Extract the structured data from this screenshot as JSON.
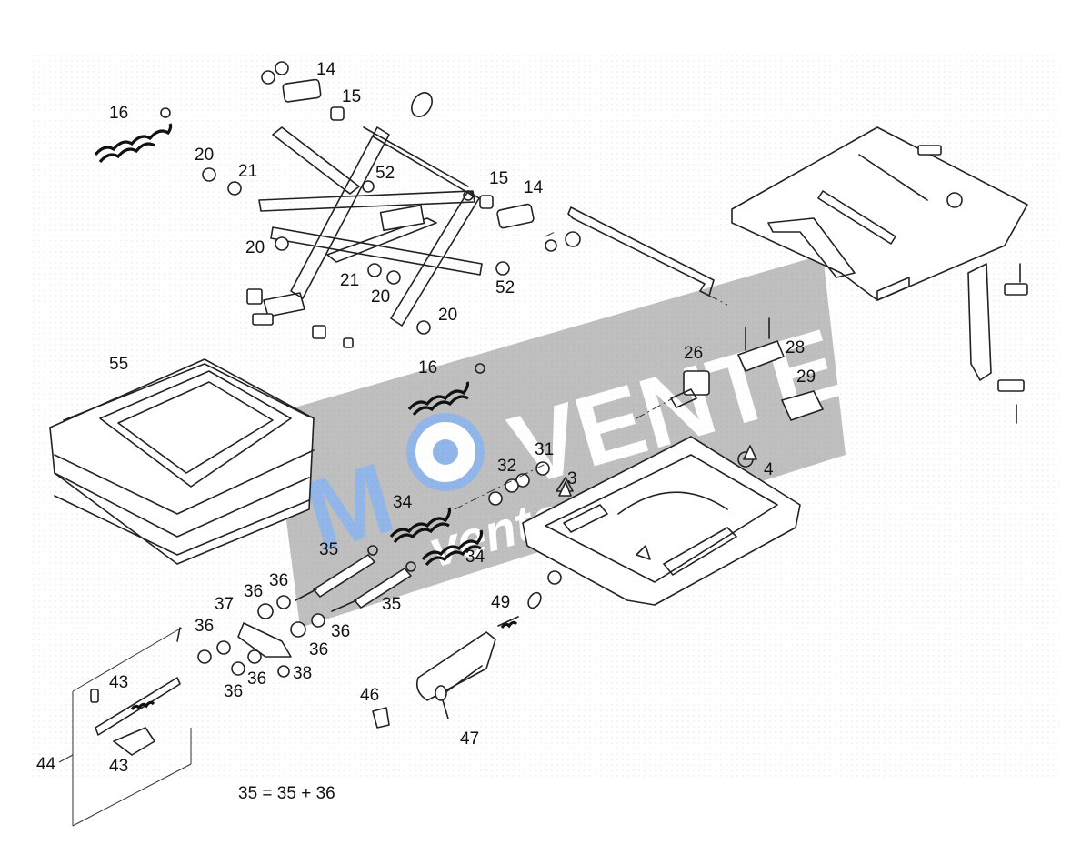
{
  "watermark": {
    "brand": "VENTE",
    "sub": "ventoreu",
    "color": "#8a8a8a"
  },
  "labels": [
    {
      "id": "l14a",
      "text": "14"
    },
    {
      "id": "l15a",
      "text": "15"
    },
    {
      "id": "l16a",
      "text": "16"
    },
    {
      "id": "l20a",
      "text": "20"
    },
    {
      "id": "l21a",
      "text": "21"
    },
    {
      "id": "l52a",
      "text": "52"
    },
    {
      "id": "l15b",
      "text": "15"
    },
    {
      "id": "l14b",
      "text": "14"
    },
    {
      "id": "l20b",
      "text": "20"
    },
    {
      "id": "l21b",
      "text": "21"
    },
    {
      "id": "l20c",
      "text": "20"
    },
    {
      "id": "l52b",
      "text": "52"
    },
    {
      "id": "l20d",
      "text": "20"
    },
    {
      "id": "l55",
      "text": "55"
    },
    {
      "id": "l16b",
      "text": "16"
    },
    {
      "id": "l26",
      "text": "26"
    },
    {
      "id": "l28",
      "text": "28"
    },
    {
      "id": "l29",
      "text": "29"
    },
    {
      "id": "l31",
      "text": "31"
    },
    {
      "id": "l32",
      "text": "32"
    },
    {
      "id": "l3",
      "text": "3"
    },
    {
      "id": "l4",
      "text": "4"
    },
    {
      "id": "l34a",
      "text": "34"
    },
    {
      "id": "l34b",
      "text": "34"
    },
    {
      "id": "l35a",
      "text": "35"
    },
    {
      "id": "l35b",
      "text": "35"
    },
    {
      "id": "l36a",
      "text": "36"
    },
    {
      "id": "l36b",
      "text": "36"
    },
    {
      "id": "l37",
      "text": "37"
    },
    {
      "id": "l36c",
      "text": "36"
    },
    {
      "id": "l36d",
      "text": "36"
    },
    {
      "id": "l36e",
      "text": "36"
    },
    {
      "id": "l36f",
      "text": "36"
    },
    {
      "id": "l36g",
      "text": "36"
    },
    {
      "id": "l38",
      "text": "38"
    },
    {
      "id": "l49",
      "text": "49"
    },
    {
      "id": "l43a",
      "text": "43"
    },
    {
      "id": "l43b",
      "text": "43"
    },
    {
      "id": "l44",
      "text": "44"
    },
    {
      "id": "l46",
      "text": "46"
    },
    {
      "id": "l47",
      "text": "47"
    }
  ],
  "note": "35 = 35 + 36"
}
